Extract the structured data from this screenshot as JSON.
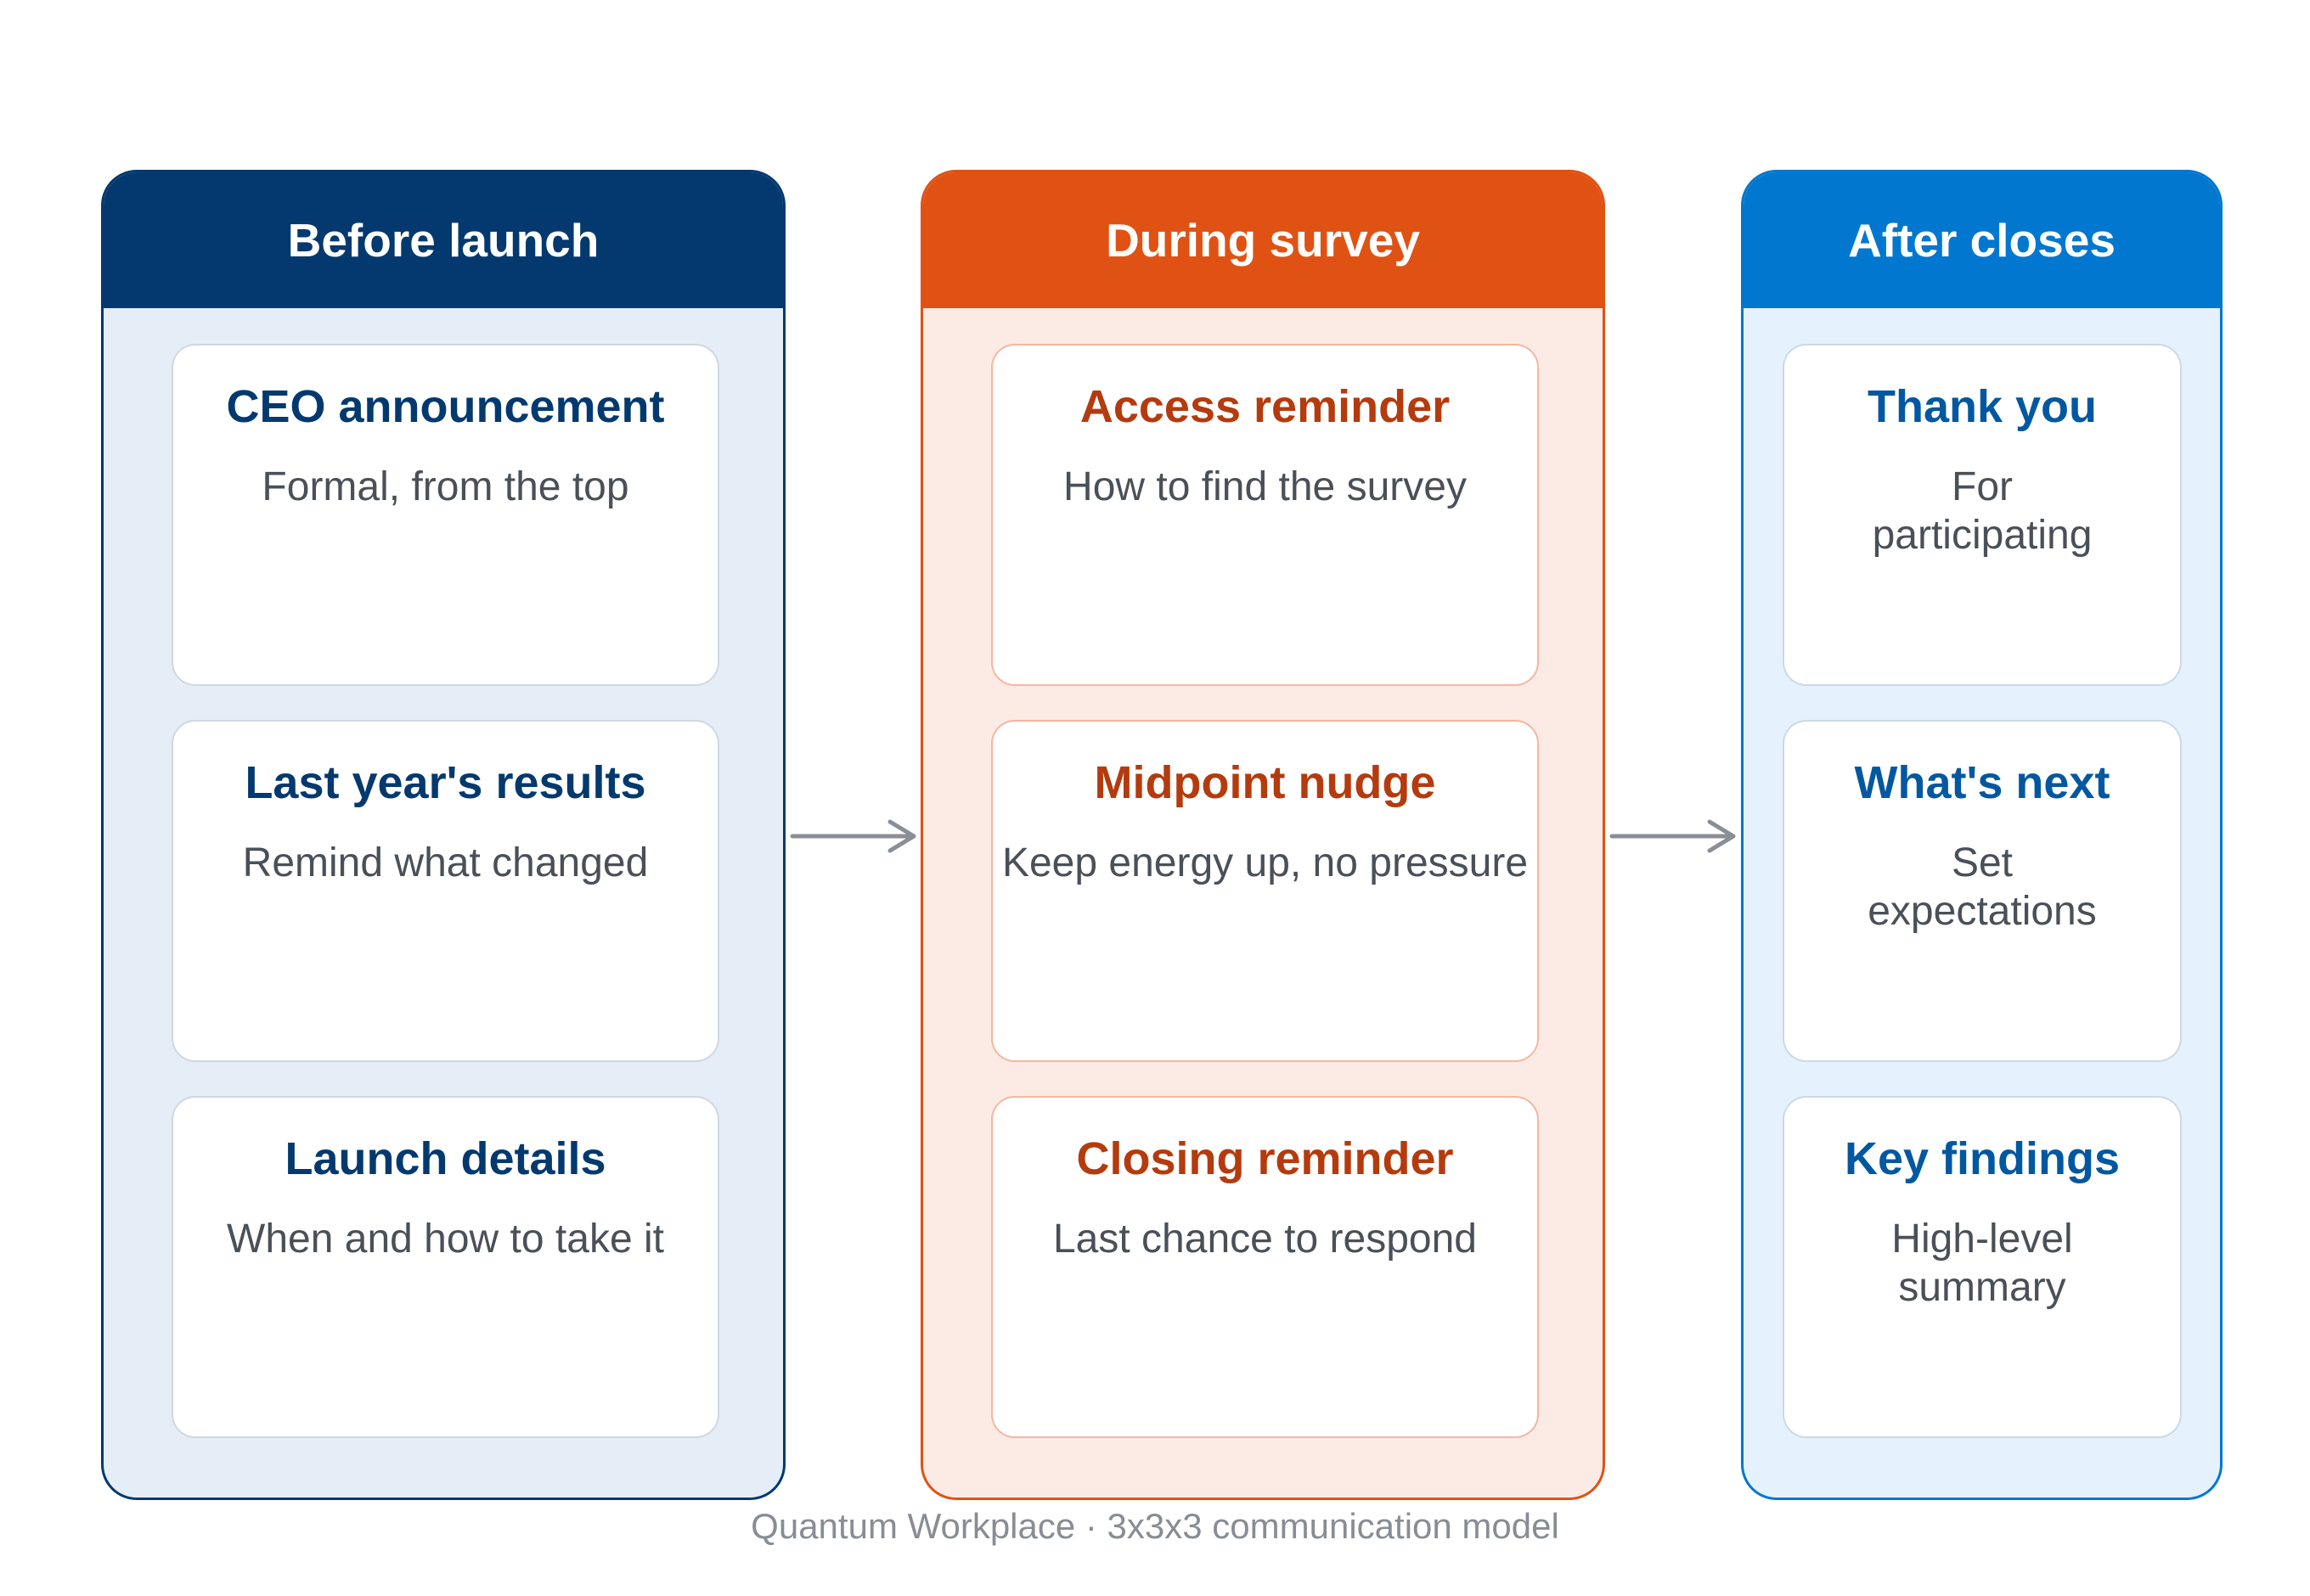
{
  "colors": {
    "before": "#03396f",
    "during": "#e05214",
    "after": "#0277cf",
    "arrow": "#8a8f97",
    "caption": "#888d94"
  },
  "columns": [
    {
      "header": "Before launch",
      "cards": [
        {
          "title": "CEO announcement",
          "desc": "Formal, from the top"
        },
        {
          "title": "Last year's results",
          "desc": "Remind what changed"
        },
        {
          "title": "Launch details",
          "desc": "When and how to take it"
        }
      ]
    },
    {
      "header": "During survey",
      "cards": [
        {
          "title": "Access reminder",
          "desc": "How to find the survey"
        },
        {
          "title": "Midpoint nudge",
          "desc": "Keep energy up, no pressure"
        },
        {
          "title": "Closing reminder",
          "desc": "Last chance to respond"
        }
      ]
    },
    {
      "header": "After closes",
      "cards": [
        {
          "title": "Thank you",
          "desc": "For participating"
        },
        {
          "title": "What's next",
          "desc": "Set expectations"
        },
        {
          "title": "Key findings",
          "desc": "High-level summary"
        }
      ]
    }
  ],
  "caption": "Quantum Workplace · 3x3x3 communication model"
}
